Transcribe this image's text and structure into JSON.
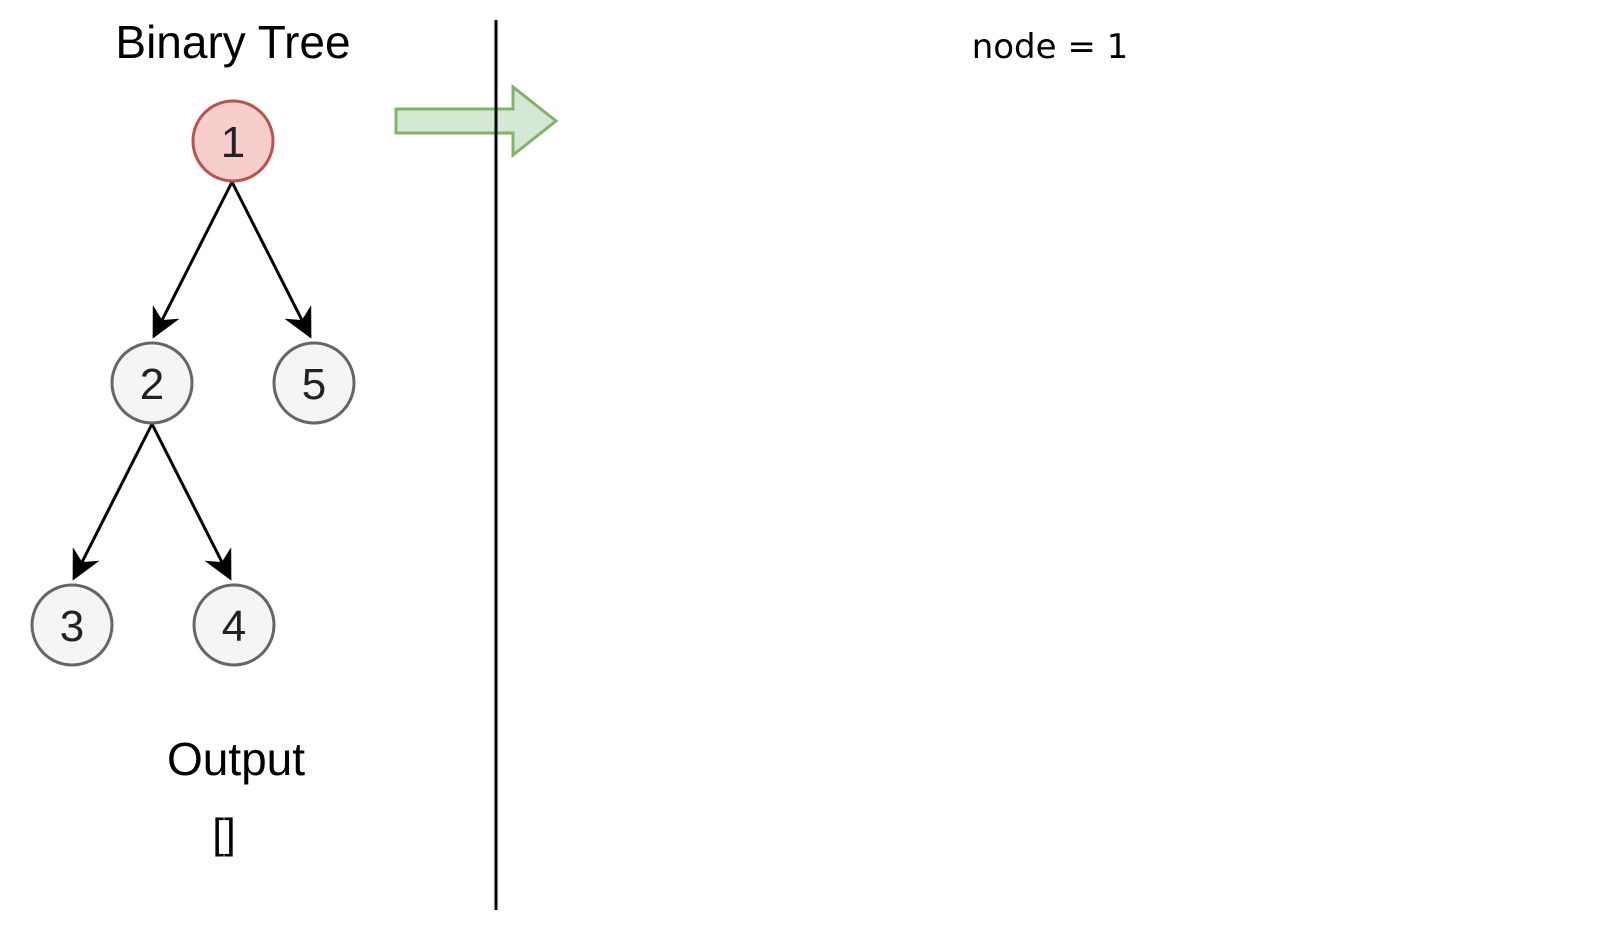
{
  "tree": {
    "title": "Binary Tree",
    "nodes": [
      {
        "id": "1",
        "label": "1",
        "state": "current"
      },
      {
        "id": "2",
        "label": "2",
        "state": "default"
      },
      {
        "id": "5",
        "label": "5",
        "state": "default"
      },
      {
        "id": "3",
        "label": "3",
        "state": "default"
      },
      {
        "id": "4",
        "label": "4",
        "state": "default"
      }
    ],
    "edges": [
      {
        "from": "1",
        "to": "2"
      },
      {
        "from": "1",
        "to": "5"
      },
      {
        "from": "2",
        "to": "3"
      },
      {
        "from": "2",
        "to": "4"
      }
    ]
  },
  "output": {
    "label": "Output",
    "value": "[]"
  },
  "status": {
    "text": "node = 1"
  },
  "colors": {
    "current_fill": "#f8cecc",
    "current_stroke": "#b85450",
    "node_fill": "#f5f5f5",
    "node_stroke": "#666666",
    "arrow_fill": "#d5e8d4",
    "arrow_stroke": "#82b366",
    "edge": "#000000",
    "divider": "#000000"
  }
}
